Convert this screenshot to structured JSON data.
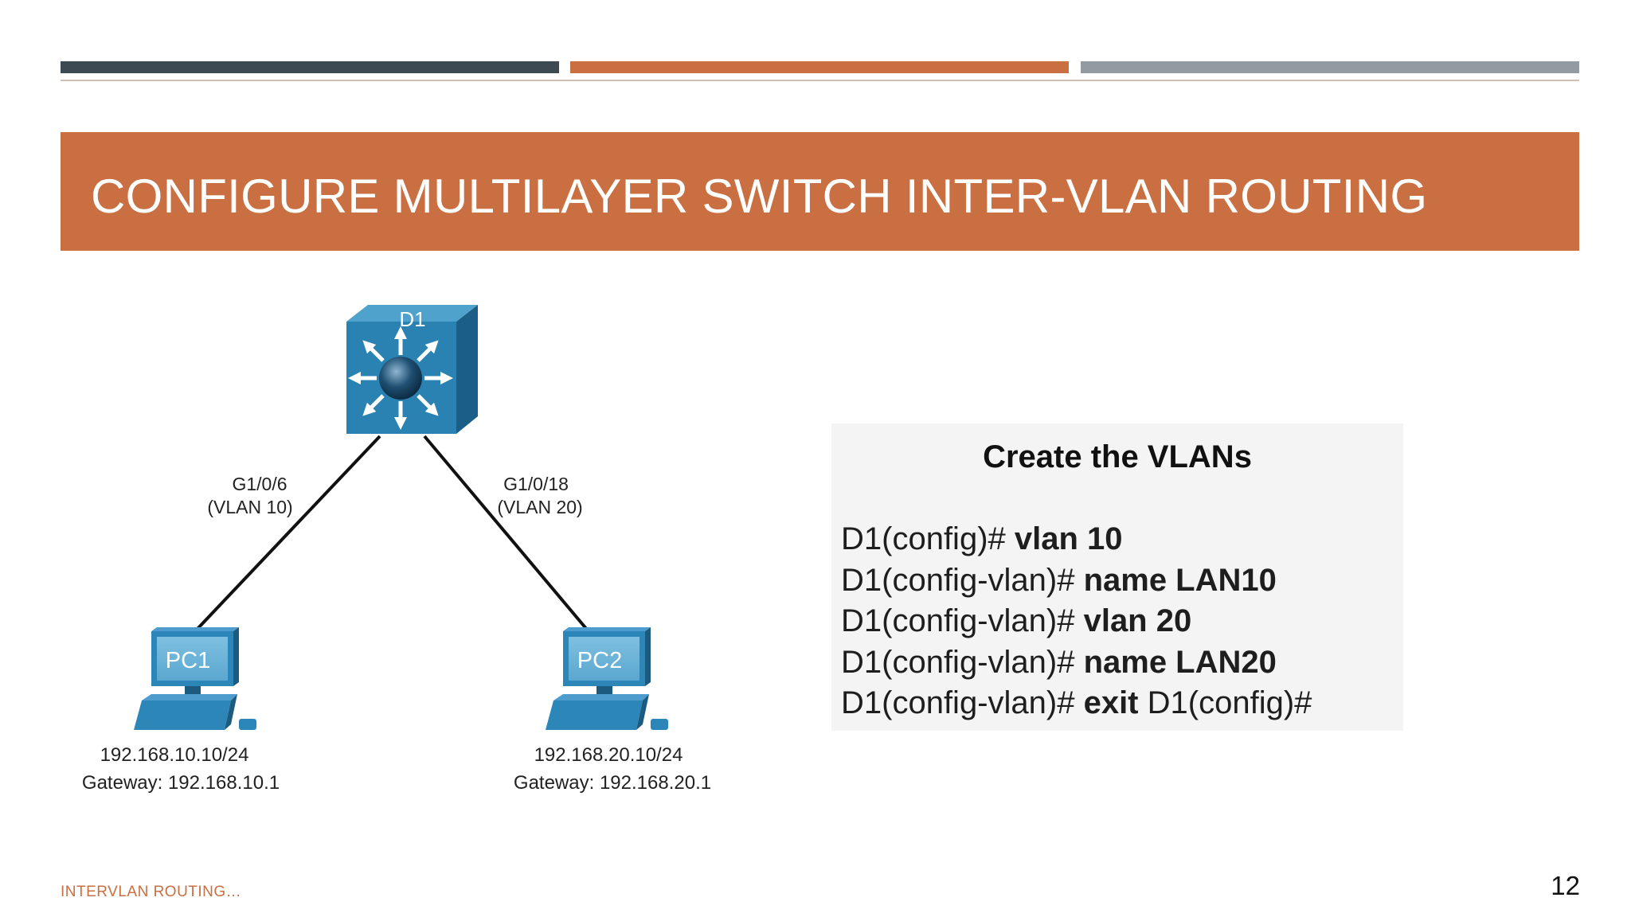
{
  "slide": {
    "title": "CONFIGURE MULTILAYER SWITCH INTER-VLAN ROUTING",
    "footer": "INTERVLAN ROUTING…",
    "page_number": "12"
  },
  "accent_colors": {
    "bar_dark": "#3d4a52",
    "bar_orange": "#c96f41",
    "bar_gray": "#919ba1",
    "title_band": "#c96f41"
  },
  "topology": {
    "switch": {
      "label": "D1",
      "icon": "multilayer-switch-icon"
    },
    "links": [
      {
        "port": "G1/0/6",
        "vlan": "(VLAN 10)"
      },
      {
        "port": "G1/0/18",
        "vlan": "(VLAN 20)"
      }
    ],
    "hosts": [
      {
        "label": "PC1",
        "icon": "pc-icon",
        "ip": "192.168.10.10/24",
        "gateway": "Gateway: 192.168.10.1"
      },
      {
        "label": "PC2",
        "icon": "pc-icon",
        "ip": "192.168.20.10/24",
        "gateway": "Gateway: 192.168.20.1"
      }
    ]
  },
  "config": {
    "heading": "Create the VLANs",
    "lines": [
      {
        "prompt": "D1(config)# ",
        "command": "vlan 10",
        "tail": ""
      },
      {
        "prompt": "D1(config-vlan)# ",
        "command": "name LAN10",
        "tail": ""
      },
      {
        "prompt": "D1(config-vlan)# ",
        "command": "vlan 20",
        "tail": ""
      },
      {
        "prompt": "D1(config-vlan)# ",
        "command": "name LAN20",
        "tail": ""
      },
      {
        "prompt": "D1(config-vlan)# ",
        "command": "exit",
        "tail": " D1(config)#"
      }
    ]
  }
}
